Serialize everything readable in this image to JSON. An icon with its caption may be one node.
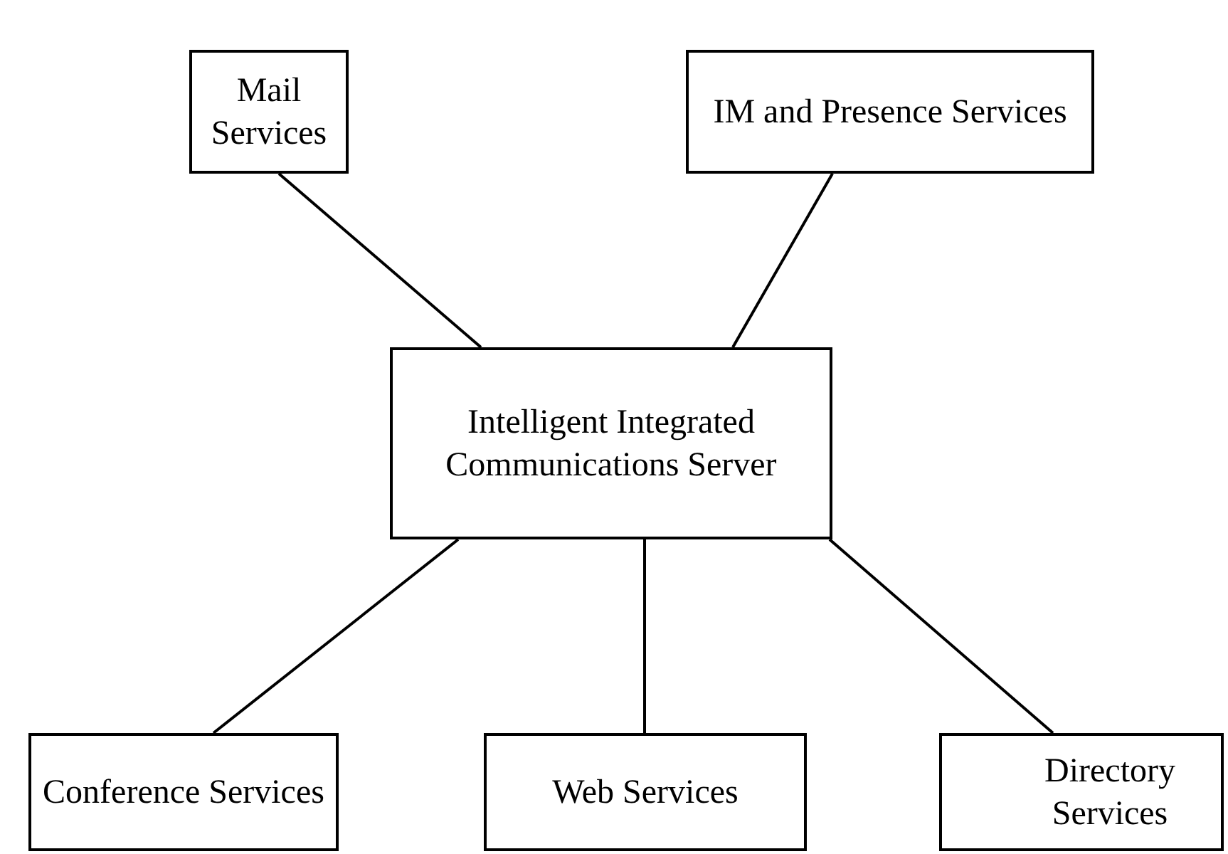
{
  "diagram": {
    "nodes": [
      {
        "text": [
          "Mail Services"
        ]
      },
      {
        "text": [
          "IM and Presence Services"
        ]
      },
      {
        "text": [
          "Intelligent Integrated Communications Server"
        ]
      },
      {
        "text": [
          "Conference Services"
        ]
      },
      {
        "text": [
          "Web Services"
        ]
      },
      {
        "text": [
          "Directory Services"
        ]
      }
    ],
    "edges": [
      {
        "from": 0,
        "to": 2,
        "arrow": "none"
      },
      {
        "from": 1,
        "to": 2,
        "arrow": "none"
      },
      {
        "from": 2,
        "to": 3,
        "arrow": "none"
      },
      {
        "from": 2,
        "to": 4,
        "arrow": "none"
      },
      {
        "from": 2,
        "to": 5,
        "arrow": "none"
      }
    ]
  }
}
